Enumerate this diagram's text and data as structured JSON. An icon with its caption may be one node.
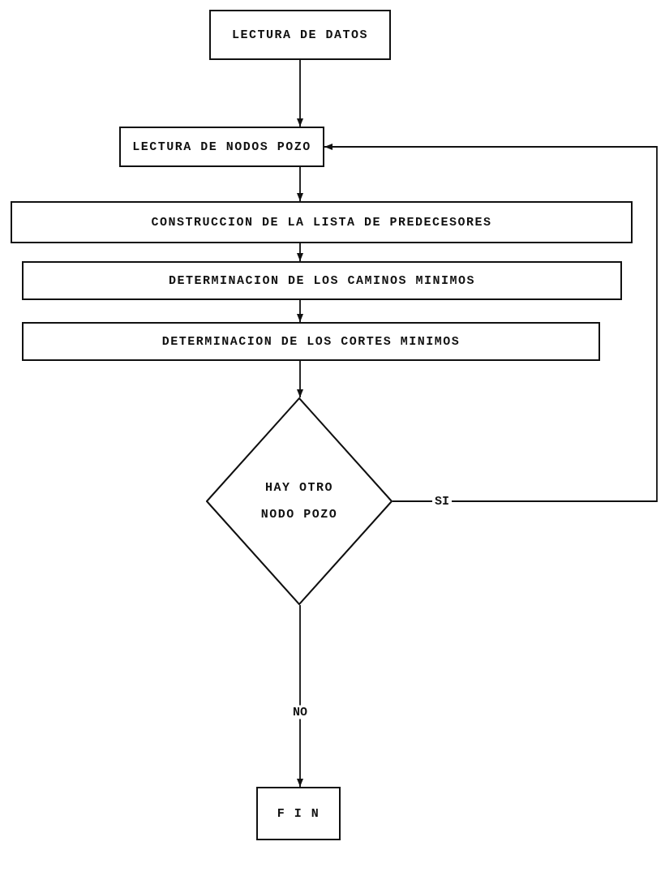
{
  "diagram": {
    "nodes": [
      {
        "text": [
          "LECTURA DE DATOS"
        ]
      },
      {
        "text": [
          "LECTURA DE NODOS POZO"
        ]
      },
      {
        "text": [
          "CONSTRUCCION DE LA LISTA DE PREDECESORES"
        ]
      },
      {
        "text": [
          "DETERMINACION DE LOS CAMINOS MINIMOS"
        ]
      },
      {
        "text": [
          "DETERMINACION DE LOS CORTES MINIMOS"
        ]
      },
      {
        "text": [
          "HAY OTRO NODO POZO"
        ]
      },
      {
        "text": [
          "F I N"
        ]
      }
    ],
    "edges": [
      {
        "from": 0,
        "to": 1,
        "arrow": "to"
      },
      {
        "from": 1,
        "to": 2,
        "arrow": "to"
      },
      {
        "from": 2,
        "to": 3,
        "arrow": "to"
      },
      {
        "from": 3,
        "to": 4,
        "arrow": "to"
      },
      {
        "from": 4,
        "to": 5,
        "arrow": "to"
      },
      {
        "from": 5,
        "to": 1,
        "arrow": "to",
        "label": "SI"
      },
      {
        "from": 5,
        "to": 6,
        "arrow": "to",
        "label": "NO"
      }
    ]
  }
}
